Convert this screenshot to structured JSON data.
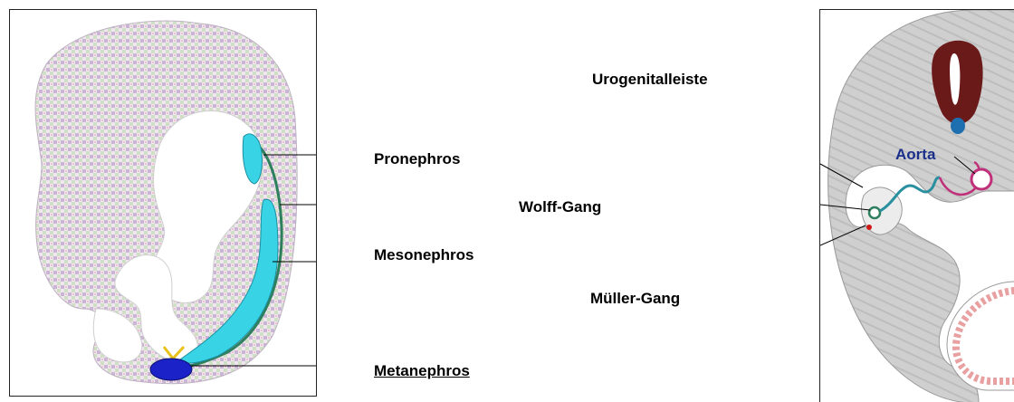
{
  "labels": {
    "urogenitalleiste": "Urogenitalleiste",
    "pronephros": "Pronephros",
    "wolff_gang": "Wolff-Gang",
    "mesonephros": "Mesonephros",
    "mueller_gang": "Müller-Gang",
    "metanephros": "Metanephros",
    "aorta": "Aorta"
  },
  "colors": {
    "embryo_fill": "#d9c7df",
    "kidney_cyan": "#39d3e6",
    "duct_green": "#2e7f5e",
    "metanephros_blue": "#1a22c8",
    "cross_section_fill": "#c9c9c9",
    "neural_tube": "#6b1a1a",
    "aorta_blue": "#1e6fb0",
    "aorta_vessel": "#c0307a",
    "gut_pink": "#e8a0a0",
    "label_blue": "#1a2f8a"
  }
}
